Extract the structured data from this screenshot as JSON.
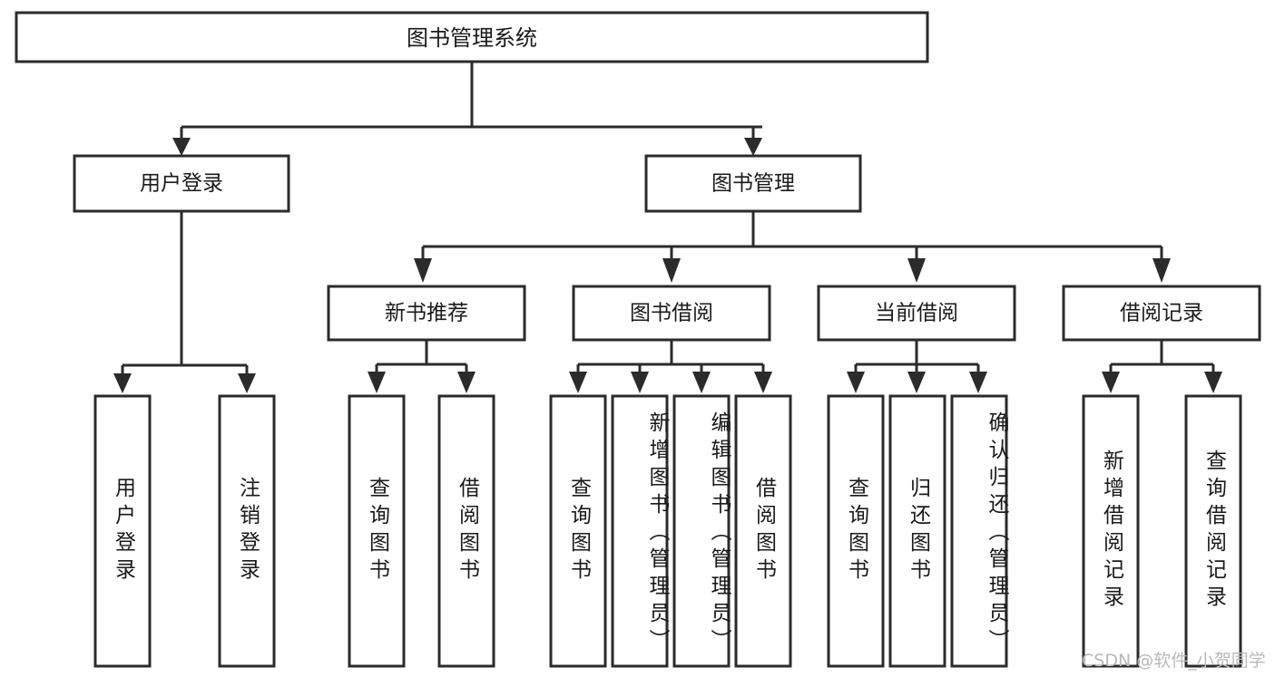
{
  "diagram": {
    "type": "tree-hierarchy",
    "title": "图书管理系统",
    "watermark": "CSDN @软件_小贺同学",
    "colors": {
      "stroke": "#2b2b2b",
      "fill": "#ffffff",
      "text": "#1a1a1a",
      "watermark": "#b9b9b9",
      "background": "#ffffff"
    },
    "levels": {
      "root": {
        "label": "图书管理系统"
      },
      "level2": [
        {
          "id": "user-login",
          "label": "用户登录"
        },
        {
          "id": "book-manage",
          "label": "图书管理"
        }
      ],
      "level3": [
        {
          "id": "new-book-recommend",
          "label": "新书推荐",
          "parent": "book-manage"
        },
        {
          "id": "book-borrow",
          "label": "图书借阅",
          "parent": "book-manage"
        },
        {
          "id": "current-borrow",
          "label": "当前借阅",
          "parent": "book-manage"
        },
        {
          "id": "borrow-record",
          "label": "借阅记录",
          "parent": "book-manage"
        }
      ],
      "leaves": [
        {
          "id": "leaf-user-login",
          "label": "用户登录",
          "parent": "user-login"
        },
        {
          "id": "leaf-logout-login",
          "label": "注销登录",
          "parent": "user-login"
        },
        {
          "id": "leaf-query-book-1",
          "label": "查询图书",
          "parent": "new-book-recommend"
        },
        {
          "id": "leaf-borrow-book-1",
          "label": "借阅图书",
          "parent": "new-book-recommend"
        },
        {
          "id": "leaf-query-book-2",
          "label": "查询图书",
          "parent": "book-borrow"
        },
        {
          "id": "leaf-add-book",
          "label": "新增图书（管理员）",
          "parent": "book-borrow"
        },
        {
          "id": "leaf-edit-book",
          "label": "编辑图书（管理员）",
          "parent": "book-borrow"
        },
        {
          "id": "leaf-borrow-book-2",
          "label": "借阅图书",
          "parent": "book-borrow"
        },
        {
          "id": "leaf-query-book-3",
          "label": "查询图书",
          "parent": "current-borrow"
        },
        {
          "id": "leaf-return-book",
          "label": "归还图书",
          "parent": "current-borrow"
        },
        {
          "id": "leaf-confirm-return",
          "label": "确认归还（管理员）",
          "parent": "current-borrow"
        },
        {
          "id": "leaf-add-record",
          "label": "新增借阅记录",
          "parent": "borrow-record"
        },
        {
          "id": "leaf-query-record",
          "label": "查询借阅记录",
          "parent": "borrow-record"
        }
      ]
    }
  }
}
